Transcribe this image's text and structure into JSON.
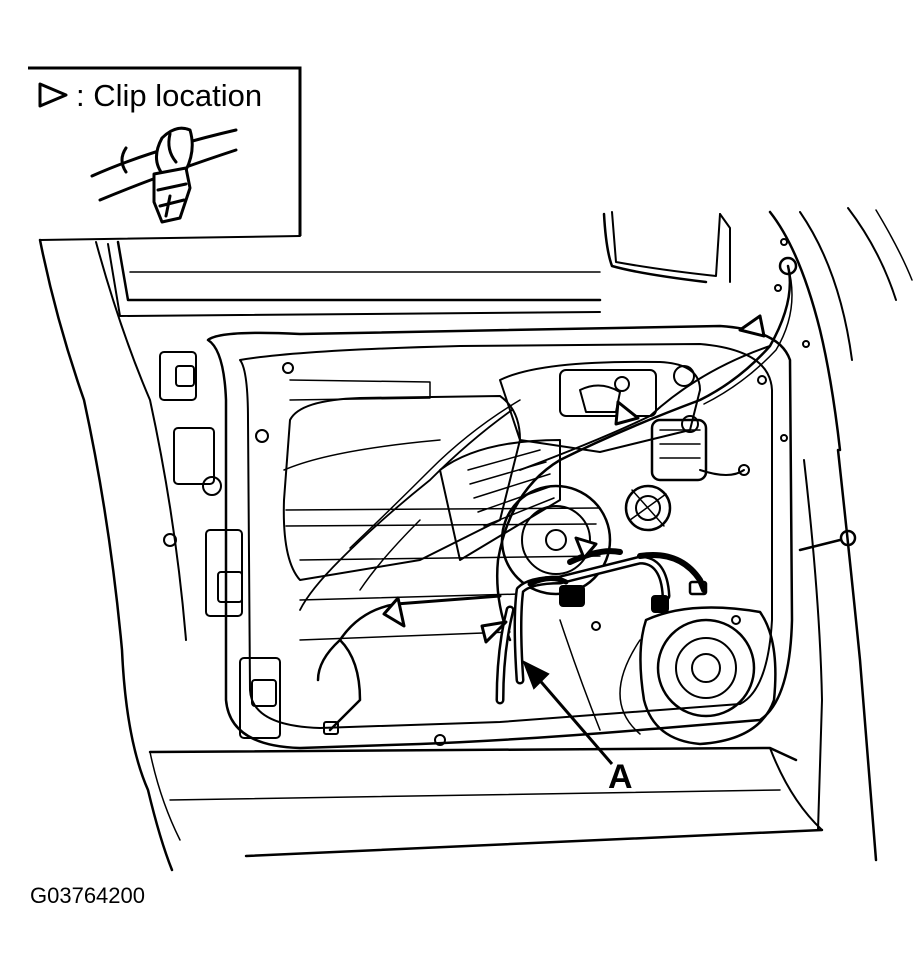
{
  "legend": {
    "symbol_icon": "clip-triangle-icon",
    "text": ": Clip location"
  },
  "callout": {
    "letter": "A"
  },
  "figure": {
    "code": "G03764200"
  },
  "colors": {
    "ink": "#000000",
    "paper": "#ffffff"
  }
}
